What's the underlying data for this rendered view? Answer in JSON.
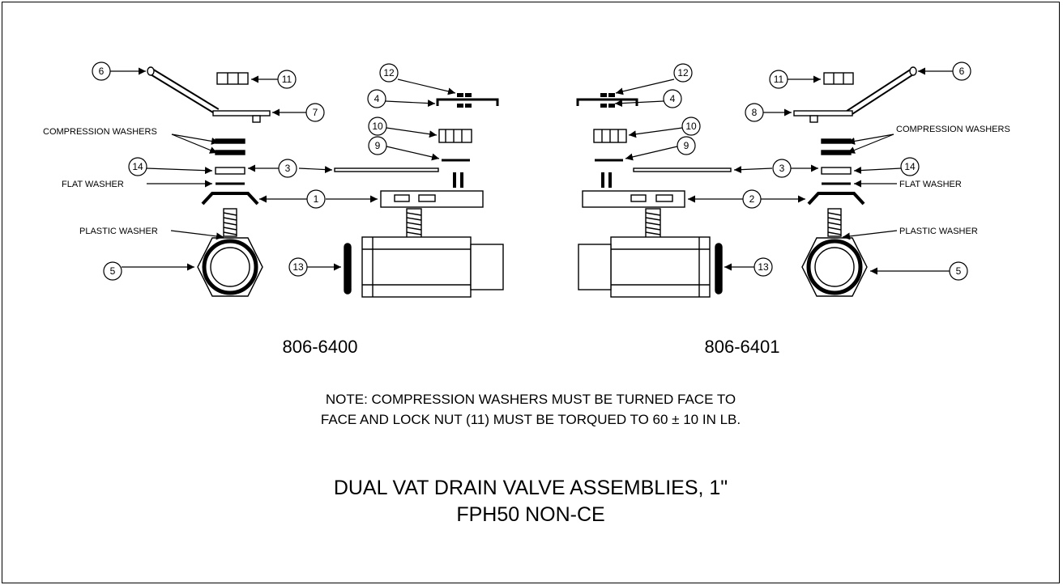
{
  "model_left": "806-6400",
  "model_right": "806-6401",
  "labels": {
    "compression_washers": "COMPRESSION WASHERS",
    "flat_washer": "FLAT WASHER",
    "plastic_washer": "PLASTIC WASHER"
  },
  "callouts": {
    "c1": "1",
    "c2": "2",
    "c3": "3",
    "c4": "4",
    "c5": "5",
    "c6": "6",
    "c7": "7",
    "c8": "8",
    "c9": "9",
    "c10": "10",
    "c11": "11",
    "c12": "12",
    "c13": "13",
    "c14": "14"
  },
  "note_line1": "NOTE:  COMPRESSION WASHERS MUST BE TURNED FACE TO",
  "note_line2": "FACE AND LOCK NUT (11) MUST BE TORQUED TO 60 ± 10 IN LB.",
  "title_line1": "DUAL VAT DRAIN VALVE ASSEMBLIES, 1\"",
  "title_line2": "FPH50 NON-CE"
}
